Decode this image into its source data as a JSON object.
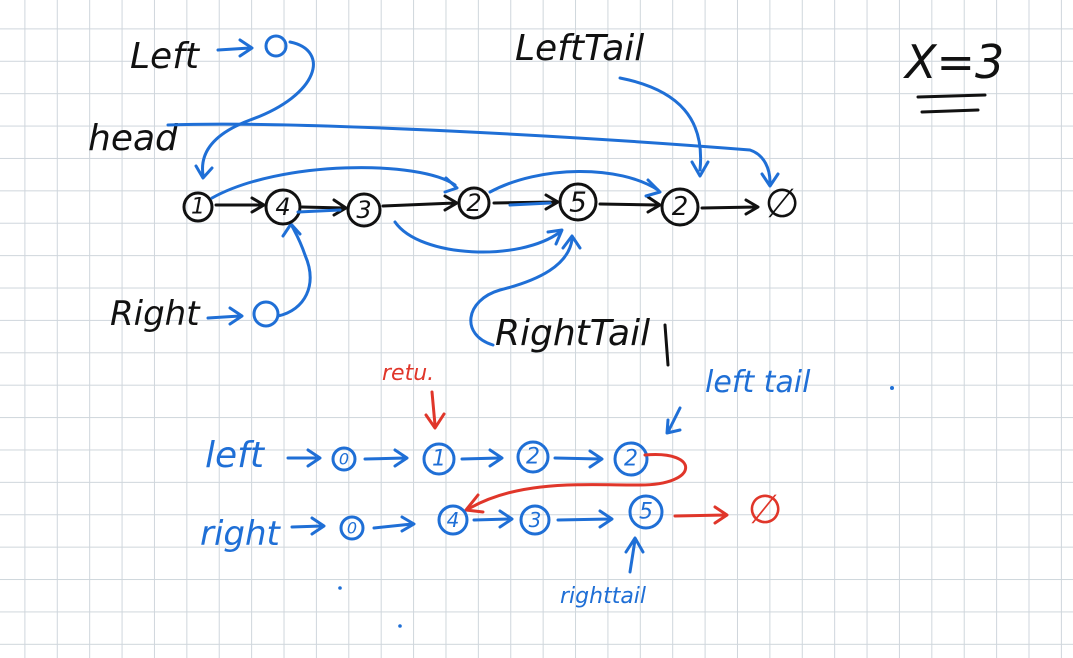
{
  "colors": {
    "ink": "#111111",
    "pen_blue": "#1f6fd6",
    "pen_red": "#e0362a",
    "grid": "#cfd6dc",
    "paper": "#ffffff"
  },
  "x_value": "X=3",
  "labels": {
    "left": "Left",
    "head": "head",
    "right": "Right",
    "left_tail": "LeftTail",
    "right_tail": "RightTail",
    "return": "retu.",
    "left_tail_lower": "left tail",
    "right_tail_lower": "righttail",
    "left_row": "left",
    "right_row": "right"
  },
  "original_list": {
    "nodes": [
      "1",
      "4",
      "3",
      "2",
      "5",
      "2"
    ],
    "terminator": "∅"
  },
  "dummy_node_value": "0",
  "left_row_nodes": [
    "0",
    "1",
    "2",
    "2"
  ],
  "right_row_nodes": [
    "0",
    "4",
    "3",
    "5"
  ],
  "right_row_terminator": "∅"
}
